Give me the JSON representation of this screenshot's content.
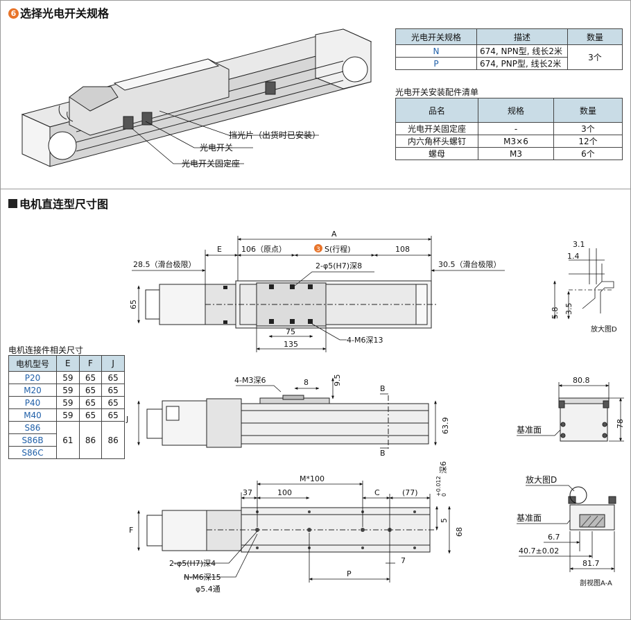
{
  "section1": {
    "number": "6",
    "title": "选择光电开关规格",
    "callouts": [
      "挡光片（出货时已安装）",
      "光电开关",
      "光电开关固定座"
    ],
    "switch_table": {
      "headers": [
        "光电开关规格",
        "描述",
        "数量"
      ],
      "rows": [
        {
          "spec": "N",
          "desc": "674, NPN型, 线长2米"
        },
        {
          "spec": "P",
          "desc": "674, PNP型, 线长2米"
        }
      ],
      "qty": "3个"
    },
    "parts_caption": "光电开关安装配件清单",
    "parts_table": {
      "headers": [
        "品名",
        "规格",
        "数量"
      ],
      "rows": [
        {
          "name": "光电开关固定座",
          "spec": "-",
          "qty": "3个"
        },
        {
          "name": "内六角杯头螺钉",
          "spec": "M3×6",
          "qty": "12个"
        },
        {
          "name": "螺母",
          "spec": "M3",
          "qty": "6个"
        }
      ]
    }
  },
  "section2": {
    "title": "电机直连型尺寸图",
    "motor_caption": "电机连接件相关尺寸",
    "motor_table": {
      "headers": [
        "电机型号",
        "E",
        "F",
        "J"
      ],
      "rows": [
        {
          "model": "P20",
          "E": "59",
          "F": "65",
          "J": "65"
        },
        {
          "model": "M20",
          "E": "59",
          "F": "65",
          "J": "65"
        },
        {
          "model": "P40",
          "E": "59",
          "F": "65",
          "J": "65"
        },
        {
          "model": "M40",
          "E": "59",
          "F": "65",
          "J": "65"
        }
      ],
      "group_models": [
        "S86",
        "S86B",
        "S86C"
      ],
      "group_values": {
        "E": "61",
        "F": "86",
        "J": "86"
      }
    },
    "top_view": {
      "A": "A",
      "E": "E",
      "origin": "106（原点）",
      "stroke_num": "3",
      "stroke": "S(行程)",
      "right_len": "108",
      "left_limit": "28.5（滑台极限）",
      "right_limit": "30.5（滑台极限）",
      "pin_hole": "2-φ5(H7)深8",
      "height": "65",
      "pitch": "75",
      "width": "135",
      "tap": "4-M6深13"
    },
    "side_view": {
      "tap": "4-M3深6",
      "d8": "8",
      "d95": "9.5",
      "J": "J",
      "h639": "63.9",
      "B": "B"
    },
    "bottom_view": {
      "mx": "M*100",
      "d37": "37",
      "d100": "100",
      "C": "C",
      "d77": "(77)",
      "tol_hi": "+0.012",
      "tol_lo": "0",
      "tol_depth": "深6",
      "d5": "5",
      "F": "F",
      "d68": "68",
      "pin": "2-φ5(H7)深4",
      "tapN": "N-M6深15",
      "thru": "φ5.4通",
      "P": "P",
      "d7": "7"
    },
    "detail_d": {
      "d31": "3.1",
      "d14": "1.4",
      "d58": "5.8",
      "d35": "3.5",
      "caption": "放大图D"
    },
    "end_view": {
      "w": "80.8",
      "h": "78",
      "ref": "基准面"
    },
    "section_view": {
      "callout": "放大图D",
      "ref": "基准面",
      "d67": "6.7",
      "d407": "40.7±0.02",
      "d817": "81.7",
      "caption": "剖视图A-A"
    }
  }
}
